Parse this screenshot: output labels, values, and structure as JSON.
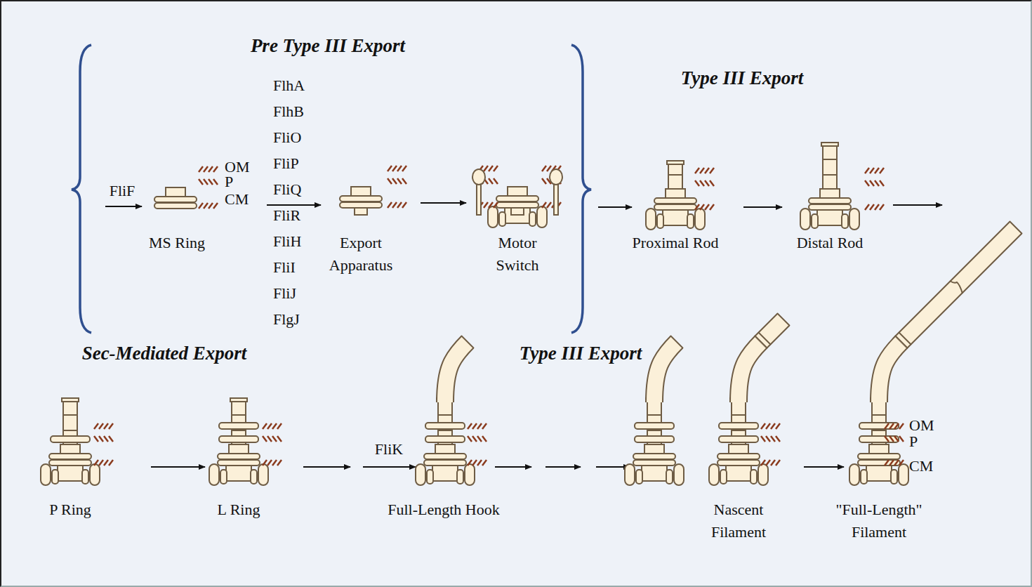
{
  "diagram": {
    "labels": [
      "Pre Type III Export",
      "FliF",
      "OM",
      "P",
      "CM",
      "FlhA",
      "FlhB",
      "FliO",
      "FliP",
      "FliQ",
      "FliR",
      "FliH",
      "FliI",
      "FliJ",
      "FlgJ",
      "MS Ring",
      "Export Apparatus",
      "Motor Switch",
      "Type III Export",
      "Proximal Rod",
      "Distal Rod",
      "Sec-Mediated Export",
      "Type III Export",
      "P Ring",
      "L Ring",
      "FliK",
      "Full-Length Hook",
      "Nascent Filament",
      "\"Full-Length\" Filament",
      "OM",
      "P",
      "CM"
    ]
  }
}
